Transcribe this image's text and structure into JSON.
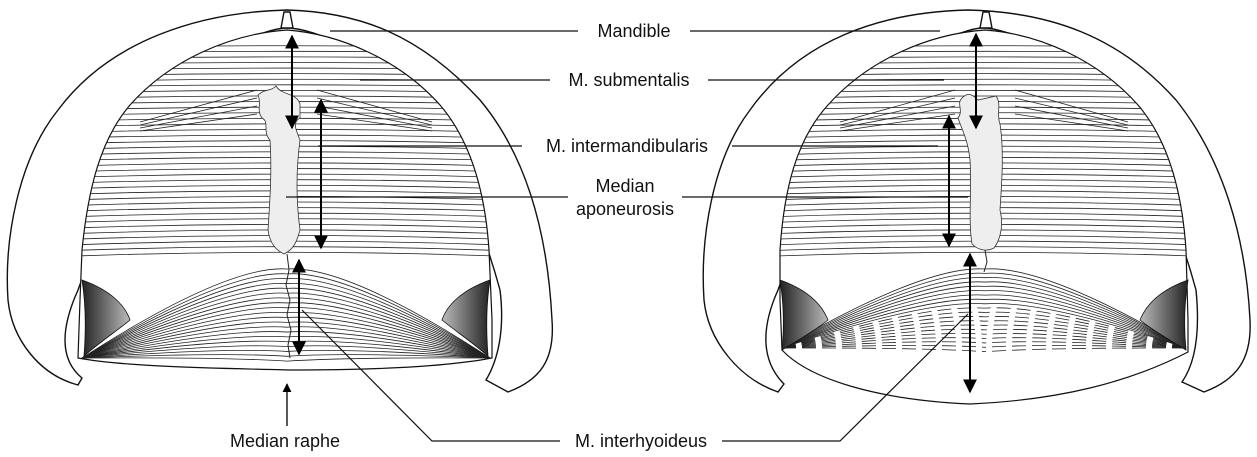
{
  "labels": {
    "mandible": "Mandible",
    "submentalis": "M. submentalis",
    "intermandibularis": "M. intermandibularis",
    "aponeurosis_line1": "Median",
    "aponeurosis_line2": "aponeurosis",
    "interhyoideus": "M. interhyoideus",
    "median_raphe": "Median raphe"
  },
  "colors": {
    "line": "#111111",
    "aponeurosis_fill": "#eeeeee",
    "dark_muscle": "#555555"
  },
  "icons": [
    "double-headed-arrow",
    "single-headed-arrow"
  ]
}
